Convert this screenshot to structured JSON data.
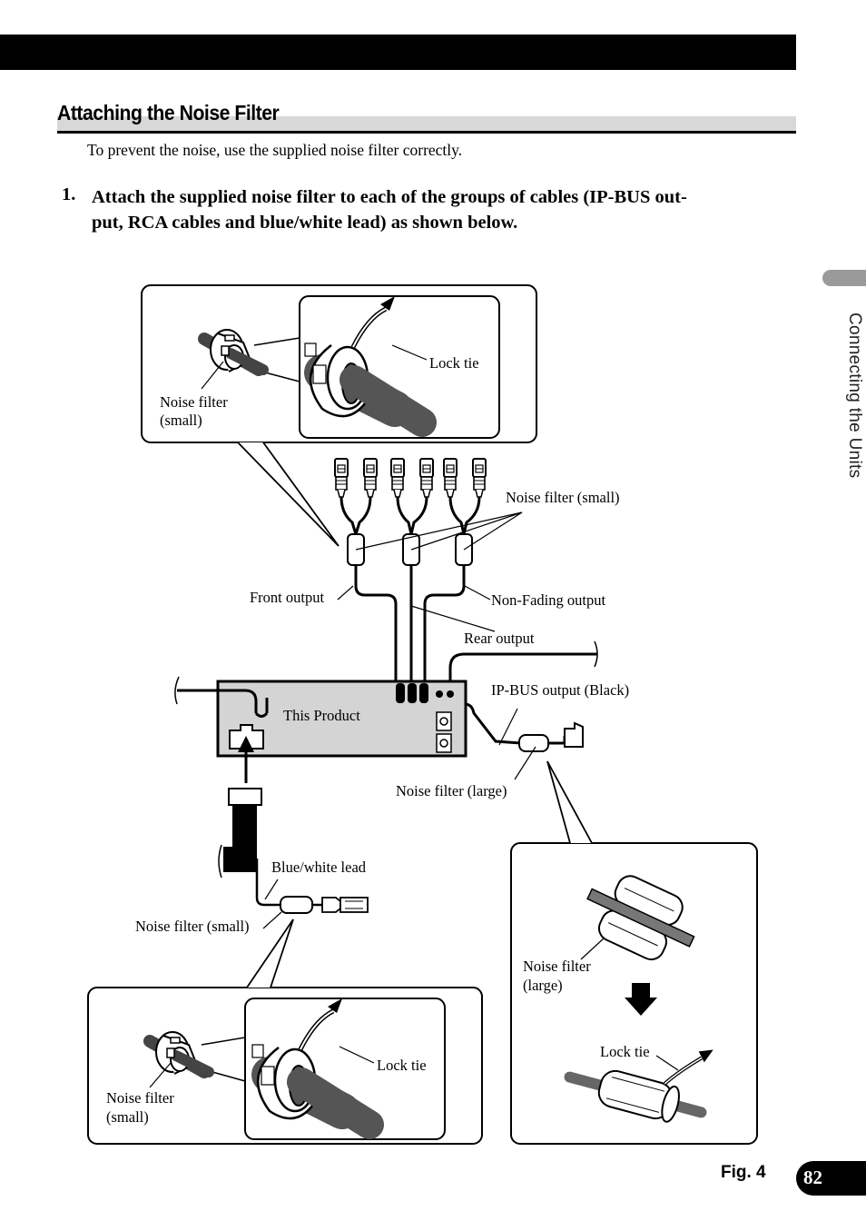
{
  "header": {
    "section_title": "Attaching the Noise Filter"
  },
  "intro": "To prevent the noise, use the supplied noise filter correctly.",
  "step": {
    "number": "1.",
    "line1": "Attach the supplied noise filter to each of the groups of cables (IP-BUS out-",
    "line2": "put, RCA cables and blue/white lead) as shown below."
  },
  "side_label": "Connecting the Units",
  "figure_label": "Fig. 4",
  "page_number": "82",
  "diagram": {
    "lock_tie": "Lock tie",
    "noise_filter": "Noise filter",
    "small": "(small)",
    "large": "(large)",
    "noise_filter_small": "Noise filter (small)",
    "noise_filter_large": "Noise filter (large)",
    "front_output": "Front output",
    "non_fading_output": "Non-Fading output",
    "rear_output": "Rear output",
    "ip_bus_output": "IP-BUS output (Black)",
    "this_product": "This Product",
    "blue_white_lead": "Blue/white lead"
  }
}
